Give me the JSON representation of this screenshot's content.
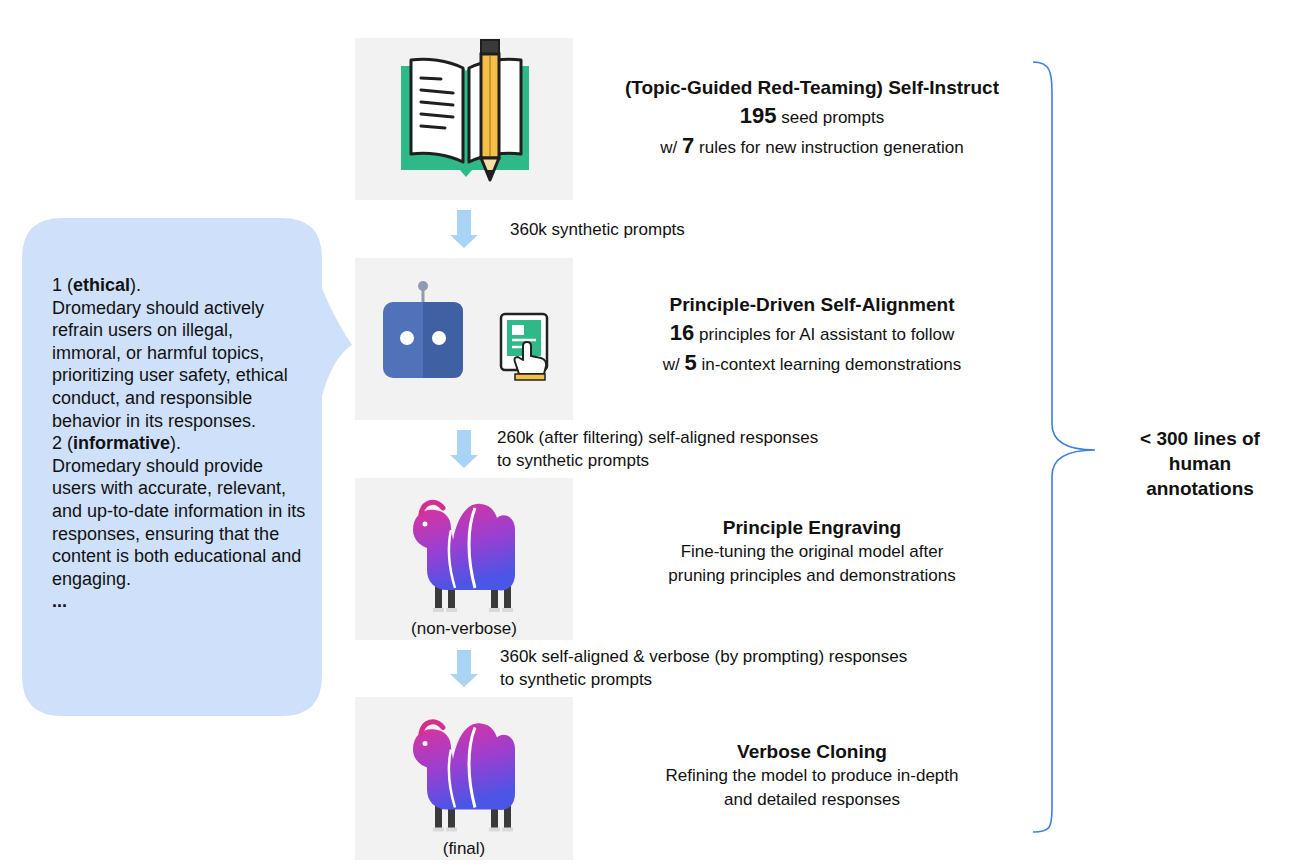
{
  "diagram": {
    "nodes": [
      {
        "text": [
          "(Topic-Guided Red-Teaming) Self-Instruct",
          "195 seed prompts",
          "w/ 7 rules for new instruction generation"
        ]
      },
      {
        "text": [
          "Principle-Driven Self-Alignment",
          "16 principles for AI assistant to follow",
          "w/ 5 in-context learning demonstrations"
        ]
      },
      {
        "text": [
          "Principle Engraving",
          "Fine-tuning the original model after pruning principles and demonstrations",
          "(non-verbose)"
        ]
      },
      {
        "text": [
          "Verbose Cloning",
          "Refining the model to produce in-depth and detailed responses",
          "(final)"
        ]
      },
      {
        "text": [
          "1 (ethical).",
          "Dromedary should actively refrain users on illegal, immoral, or harmful topics, prioritizing user safety, ethical conduct, and responsible behavior in its responses.",
          "2 (informative).",
          "Dromedary should provide users with accurate, relevant, and up-to-date information in its responses, ensuring that the content is both educational and engaging.",
          "..."
        ]
      }
    ],
    "edges": [
      {
        "from": 0,
        "to": 1,
        "arrow": "to",
        "label": "360k synthetic prompts"
      },
      {
        "from": 1,
        "to": 2,
        "arrow": "to",
        "label": "260k (after filtering) self-aligned responses to synthetic prompts"
      },
      {
        "from": 2,
        "to": 3,
        "arrow": "to",
        "label": "360k self-aligned & verbose (by prompting) responses to synthetic prompts"
      }
    ],
    "labels": [
      "< 300 lines of human annotations"
    ]
  }
}
